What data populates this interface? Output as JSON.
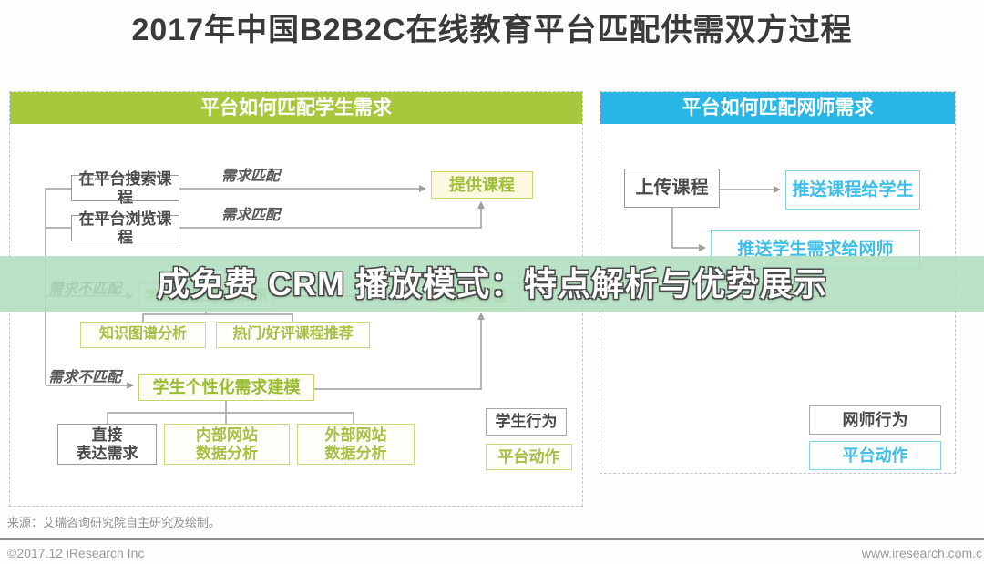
{
  "title": "2017年中国B2B2C在线教育平台匹配供需双方过程",
  "watermark_text": "成免费 CRM 播放模式：特点解析与优势展示",
  "left_panel": {
    "header": "平台如何匹配学生需求",
    "nodes": {
      "search_courses": "在平台搜索课程",
      "browse_courses": "在平台浏览课程",
      "provide_courses": "提供课程",
      "general_demand_predict": "学生一般性需求预测",
      "recommend_courses": "推荐课程",
      "knowledge_graph": "知识图谱分析",
      "hot_courses": "热门/好评课程推荐",
      "personal_demand_model": "学生个性化需求建模",
      "direct_express_line1": "直接",
      "direct_express_line2": "表达需求",
      "internal_site_line1": "内部网站",
      "internal_site_line2": "数据分析",
      "external_site_line1": "外部网站",
      "external_site_line2": "数据分析"
    },
    "labels": {
      "match_1": "需求匹配",
      "match_2": "需求匹配",
      "mismatch_1": "需求不匹配",
      "mismatch_2": "需求不匹配"
    },
    "legend": {
      "behavior": "学生行为",
      "action": "平台动作"
    }
  },
  "right_panel": {
    "header": "平台如何匹配网师需求",
    "nodes": {
      "upload_courses": "上传课程",
      "push_courses_to_students": "推送课程给学生",
      "push_demand_to_teachers": "推送学生需求给网师"
    },
    "legend": {
      "behavior": "网师行为",
      "action": "平台动作"
    }
  },
  "footer": {
    "source": "来源：艾瑞咨询研究院自主研究及绘制。",
    "copyright": "©2017.12 iResearch Inc",
    "website": "www.iresearch.com.c"
  },
  "colors": {
    "green_header": "#a7c73c",
    "cyan_header": "#29b6e6",
    "lime_text": "#a5c044",
    "cyan_text": "#41bee8",
    "line_gray": "#9e9e9e",
    "watermark_band": "#b0debf"
  }
}
